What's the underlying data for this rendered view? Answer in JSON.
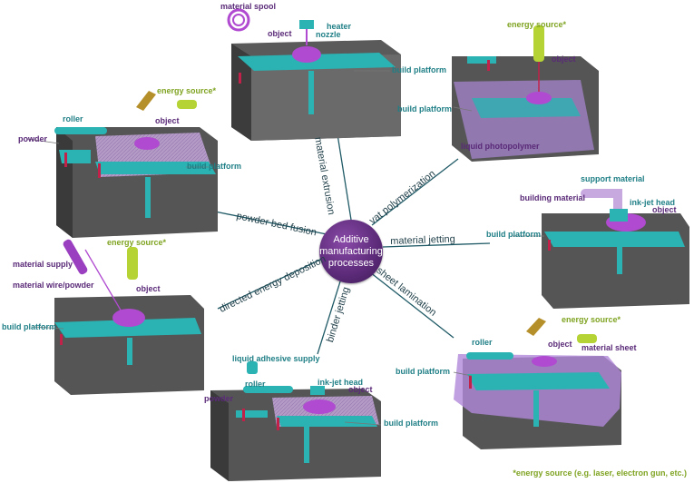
{
  "center": {
    "line1": "Additive",
    "line2": "manufacturing",
    "line3": "processes"
  },
  "spokes": {
    "material_extrusion": "material extrusion",
    "vat_polymerization": "vat polymerization",
    "material_jetting": "material jetting",
    "sheet_lamination": "sheet lamination",
    "binder_jetting": "binder jetting",
    "directed_energy_deposition": "directed energy deposition",
    "powder_bed_fusion": "powder bed fusion"
  },
  "labels": {
    "material_spool": "material spool",
    "heater": "heater",
    "object": "object",
    "nozzle": "nozzle",
    "build_platform": "build platform",
    "energy_source": "energy source",
    "energy_source_star": "*",
    "liquid_photopolymer": "liquid photopolymer",
    "roller": "roller",
    "powder": "powder",
    "support_material": "support material",
    "building_material": "building material",
    "ink_jet_head": "ink-jet head",
    "material_supply": "material supply",
    "material_wire_powder": "material wire/powder",
    "liquid_adhesive_supply": "liquid adhesive supply",
    "material_sheet": "material sheet"
  },
  "footnote": "*energy source (e.g. laser, electron gun, etc.)",
  "colors": {
    "teal": "#1f7f86",
    "purple": "#5a2a78",
    "green": "#7fa321",
    "box": "#4a4a4a",
    "platform": "#2bb3b3",
    "magenta": "#b04ad0"
  }
}
